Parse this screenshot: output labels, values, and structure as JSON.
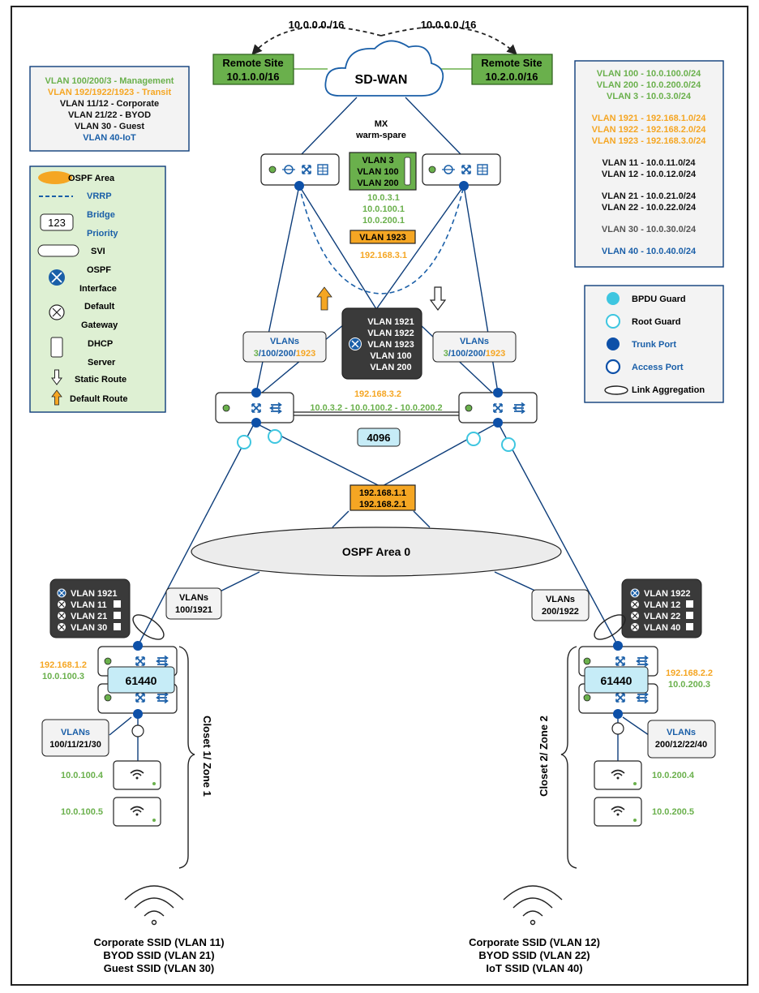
{
  "colors": {
    "green": "#6ab04c",
    "orange": "#f5a623",
    "blue": "#1a5fa8",
    "navy": "#0d3d7a",
    "cyan": "#3ec6e0",
    "darkbox": "#3a3a3a",
    "lightblue": "#c6ecf7",
    "greenpanel": "#def0d3",
    "greybox": "#f3f3f3"
  },
  "wan": {
    "cloud_label": "SD-WAN",
    "route_left": "10.0.0.0./16",
    "route_right": "10.0.0.0./16",
    "site_left_title": "Remote Site",
    "site_left_subnet": "10.1.0.0/16",
    "site_right_title": "Remote Site",
    "site_right_subnet": "10.2.0.0/16",
    "mx_line1": "MX",
    "mx_line2": "warm-spare"
  },
  "vlan_summary": [
    {
      "text": "VLAN 100/200/3 - Management",
      "color": "green"
    },
    {
      "text": "VLAN 192/1922/1923 - Transit",
      "color": "orange"
    },
    {
      "text": "VLAN 11/12 - Corporate",
      "color": "black"
    },
    {
      "text": "VLAN 21/22 - BYOD",
      "color": "black"
    },
    {
      "text": "VLAN 30 - Guest",
      "color": "black"
    },
    {
      "text": "VLAN 40-IoT",
      "color": "blue"
    }
  ],
  "legend": {
    "ospf_area": "OSPF Area",
    "vrrp": "VRRP",
    "bridge_value": "123",
    "bridge": "Bridge",
    "priority": "Priority",
    "svi": "SVI",
    "ospf": "OSPF",
    "interface": "Interface",
    "default": "Default",
    "gateway": "Gateway",
    "dhcp": "DHCP",
    "server": "Server",
    "static_route": "Static Route",
    "default_route": "Default Route"
  },
  "subnets": [
    {
      "text": "VLAN 100 - 10.0.100.0/24",
      "color": "green"
    },
    {
      "text": "VLAN 200 - 10.0.200.0/24",
      "color": "green"
    },
    {
      "text": "VLAN 3 - 10.0.3.0/24",
      "color": "green"
    },
    {
      "text": "VLAN 1921 - 192.168.1.0/24",
      "color": "orange"
    },
    {
      "text": "VLAN 1922 - 192.168.2.0/24",
      "color": "orange"
    },
    {
      "text": "VLAN 1923 - 192.168.3.0/24",
      "color": "orange"
    },
    {
      "text": "VLAN 11 - 10.0.11.0/24",
      "color": "black"
    },
    {
      "text": "VLAN 12 - 10.0.12.0/24",
      "color": "black"
    },
    {
      "text": "VLAN 21 - 10.0.21.0/24",
      "color": "black"
    },
    {
      "text": "VLAN 22 - 10.0.22.0/24",
      "color": "black"
    },
    {
      "text": "VLAN 30 - 10.0.30.0/24",
      "color": "grey"
    },
    {
      "text": "VLAN 40 - 10.0.40.0/24",
      "color": "blue"
    }
  ],
  "port_legend": {
    "bpdu_guard": "BPDU Guard",
    "root_guard": "Root Guard",
    "trunk_port": "Trunk Port",
    "access_port": "Access Port",
    "link_aggregation": "Link Aggregation"
  },
  "mx_svi": {
    "vlans": [
      "VLAN 3",
      "VLAN 100",
      "VLAN 200"
    ],
    "ips": [
      "10.0.3.1",
      "10.0.100.1",
      "10.0.200.1"
    ],
    "transit_vlan": "VLAN 1923",
    "transit_ip": "192.168.3.1"
  },
  "core_svi": {
    "vlans": [
      "VLAN 1921",
      "VLAN 1922",
      "VLAN 1923",
      "VLAN 100",
      "VLAN 200"
    ],
    "transit_ip": "192.168.3.2",
    "mgmt_ips": "10.0.3.2 - 10.0.100.2 - 10.0.200.2",
    "bridge_priority": "4096",
    "ospf_ips": [
      "192.168.1.1",
      "192.168.2.1"
    ],
    "ospf_area": "OSPF Area 0"
  },
  "core_uplinks": {
    "left_title": "VLANs",
    "left_parts": [
      "3",
      "/100/200/",
      "1923"
    ],
    "right_title": "VLANs",
    "right_parts": [
      "3",
      "/100/200/",
      "1923"
    ]
  },
  "access_left": {
    "svi": [
      "VLAN 1921",
      "VLAN 11",
      "VLAN 21",
      "VLAN 30"
    ],
    "trunk_title": "VLANs",
    "trunk_vlans": "100/1921",
    "ip_transit": "192.168.1.2",
    "ip_mgmt": "10.0.100.3",
    "bridge_priority": "61440",
    "access_title": "VLANs",
    "access_vlans": "100/11/21/30",
    "ap1_ip": "10.0.100.4",
    "ap2_ip": "10.0.100.5",
    "zone": "Closet 1/ Zone 1",
    "ssids": [
      "Corporate SSID (VLAN 11)",
      "BYOD SSID (VLAN 21)",
      "Guest SSID (VLAN 30)"
    ]
  },
  "access_right": {
    "svi": [
      "VLAN 1922",
      "VLAN 12",
      "VLAN 22",
      "VLAN 40"
    ],
    "trunk_title": "VLANs",
    "trunk_vlans": "200/1922",
    "ip_transit": "192.168.2.2",
    "ip_mgmt": "10.0.200.3",
    "bridge_priority": "61440",
    "access_title": "VLANs",
    "access_vlans": "200/12/22/40",
    "ap1_ip": "10.0.200.4",
    "ap2_ip": "10.0.200.5",
    "zone": "Closet 2/ Zone 2",
    "ssids": [
      "Corporate SSID (VLAN 12)",
      "BYOD SSID (VLAN 22)",
      "IoT SSID (VLAN 40)"
    ]
  }
}
